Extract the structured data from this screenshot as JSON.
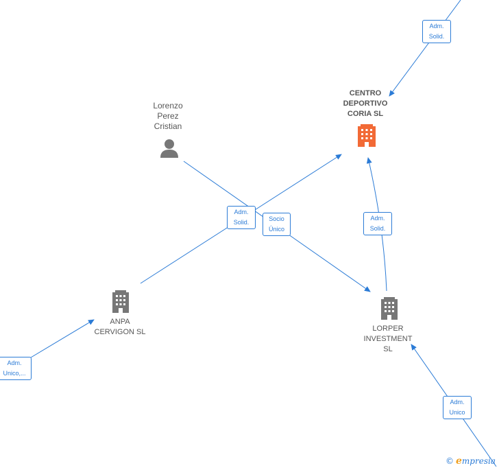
{
  "colors": {
    "edge": "#2b7bd6",
    "company": "#777777",
    "main_company": "#f26a36",
    "person": "#777777"
  },
  "nodes": {
    "centro": {
      "label_lines": [
        "CENTRO",
        "DEPORTIVO",
        "CORIA  SL"
      ],
      "icon": "building-icon"
    },
    "lorenzo": {
      "label_lines": [
        "Lorenzo",
        "Perez",
        "Cristian"
      ],
      "icon": "person-icon"
    },
    "anpa": {
      "label_lines": [
        "ANPA",
        "CERVIGON  SL"
      ],
      "icon": "building-icon"
    },
    "lorper": {
      "label_lines": [
        "LORPER",
        "INVESTMENT",
        "SL"
      ],
      "icon": "building-icon"
    }
  },
  "edge_labels": {
    "top": [
      "Adm.",
      "Solid."
    ],
    "anpa_centro": [
      "Adm.",
      "Solid."
    ],
    "lorenzo_lorper": [
      "Socio",
      "Único"
    ],
    "lorper_centro": [
      "Adm.",
      "Solid."
    ],
    "into_anpa": [
      "Adm.",
      "Unico,..."
    ],
    "into_lorper": [
      "Adm.",
      "Unico"
    ]
  },
  "watermark": {
    "copyright": "©",
    "brand_first": "e",
    "brand_rest": "mpresia"
  }
}
